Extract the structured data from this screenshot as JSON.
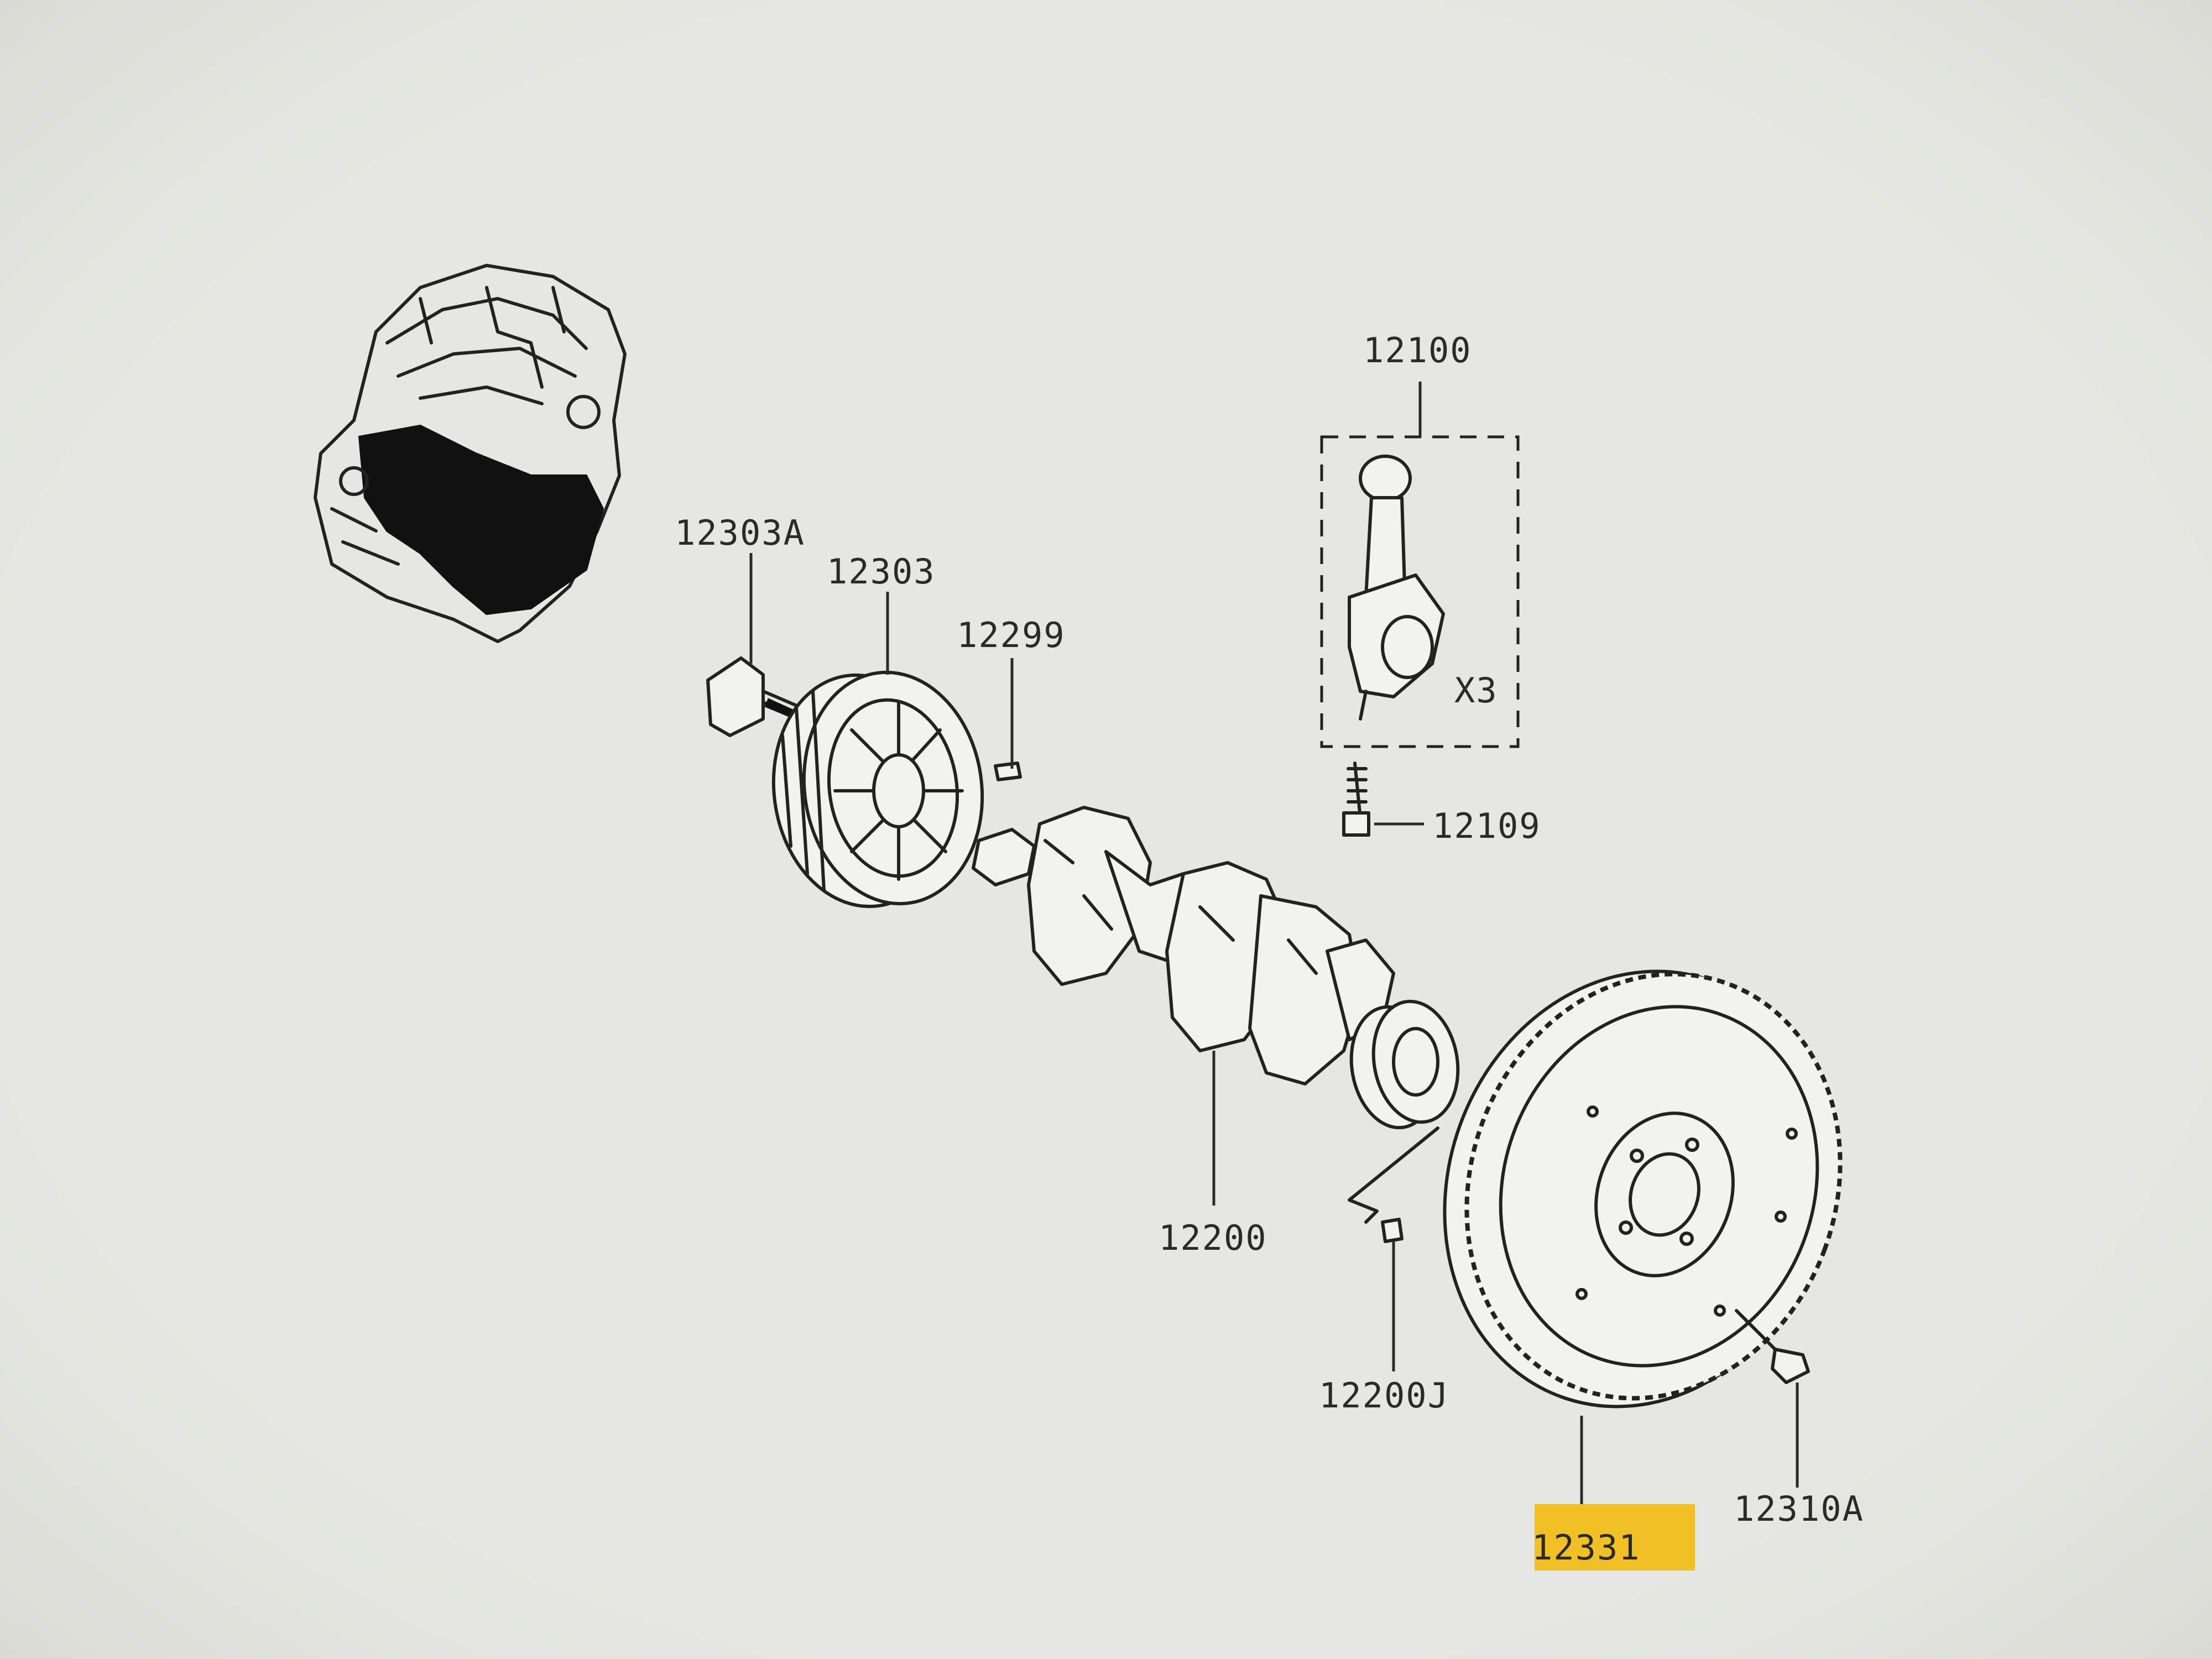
{
  "parts": {
    "engine_assembly_icon": "engine-block-icon",
    "p12303A": "12303A",
    "p12303": "12303",
    "p12299": "12299",
    "p12100": "12100",
    "p12100_qty": "X3",
    "p12109": "12109",
    "p12200": "12200",
    "p12200J": "12200J",
    "p12331": "12331",
    "p12310A": "12310A"
  },
  "colors": {
    "background": "#e6e7e2",
    "line": "#222222",
    "highlight": "#f2b705"
  },
  "highlighted_part": "12331"
}
